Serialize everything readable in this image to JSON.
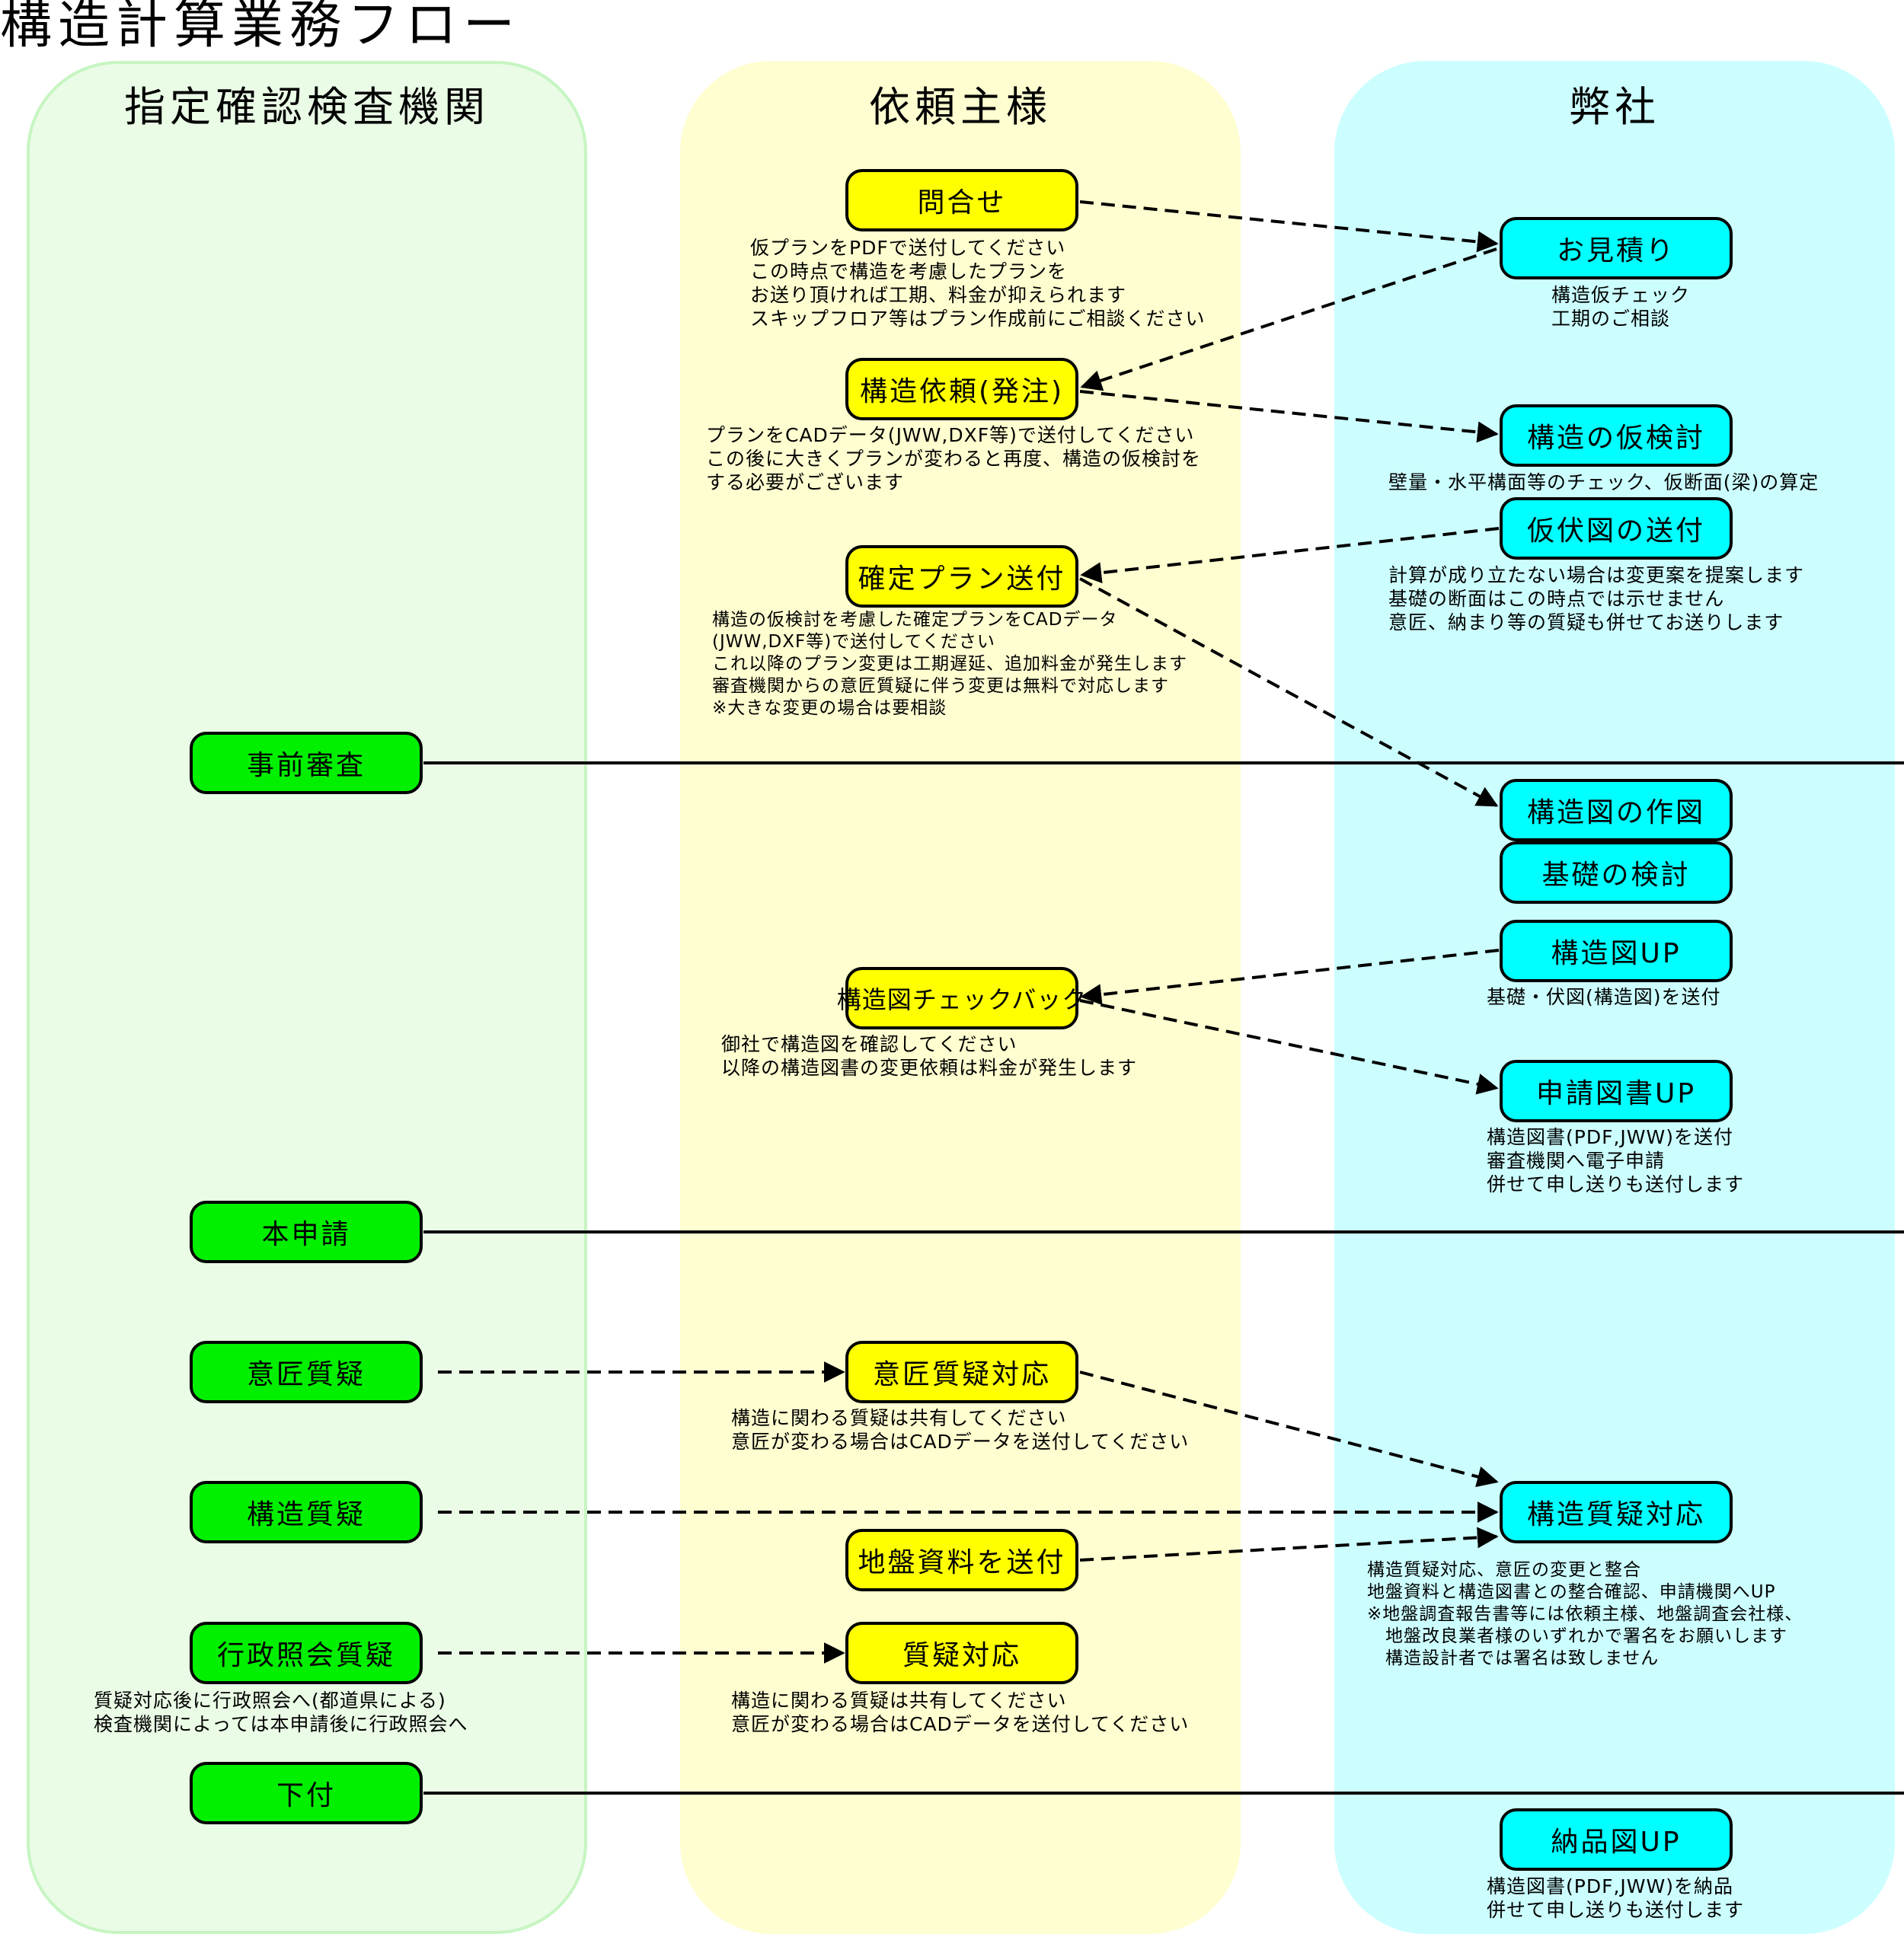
{
  "title": "構造計算業務フロー",
  "lanes": {
    "agency": "指定確認検査機関",
    "client": "依頼主様",
    "company": "弊社"
  },
  "nodes": {
    "inquiry": "問合せ",
    "order": "構造依頼(発注)",
    "confirmed_plan": "確定プラン送付",
    "pre_review": "事前審査",
    "drawing_check": "構造図チェックバック",
    "main_application": "本申請",
    "design_question": "意匠質疑",
    "design_response": "意匠質疑対応",
    "structure_question": "構造質疑",
    "ground_data": "地盤資料を送付",
    "admin_question": "行政照会質疑",
    "question_response": "質疑対応",
    "permit": "下付",
    "estimate": "お見積り",
    "preliminary_study": "構造の仮検討",
    "frame_plan_send": "仮伏図の送付",
    "structural_drawing": "構造図の作図",
    "foundation_study": "基礎の検討",
    "drawing_up": "構造図UP",
    "application_up": "申請図書UP",
    "structure_response": "構造質疑対応",
    "delivery_up": "納品図UP"
  },
  "notes": {
    "inquiry": "仮プランをPDFで送付してください\nこの時点で構造を考慮したプランを\nお送り頂ければ工期、料金が抑えられます\nスキップフロア等はプラン作成前にご相談ください",
    "order": "プランをCADデータ(JWW,DXF等)で送付してください\nこの後に大きくプランが変わると再度、構造の仮検討を\nする必要がございます",
    "confirmed_plan": "構造の仮検討を考慮した確定プランをCADデータ\n(JWW,DXF等)で送付してください\nこれ以降のプラン変更は工期遅延、追加料金が発生します\n審査機関からの意匠質疑に伴う変更は無料で対応します\n※大きな変更の場合は要相談",
    "drawing_check": "御社で構造図を確認してください\n以降の構造図書の変更依頼は料金が発生します",
    "design_response": "構造に関わる質疑は共有してください\n意匠が変わる場合はCADデータを送付してください",
    "admin_question": "質疑対応後に行政照会へ(都道県による)\n検査機関によっては本申請後に行政照会へ",
    "question_response": "構造に関わる質疑は共有してください\n意匠が変わる場合はCADデータを送付してください",
    "estimate": "構造仮チェック\n工期のご相談",
    "preliminary_study": "壁量・水平構面等のチェック、仮断面(梁)の算定",
    "frame_plan_send": "計算が成り立たない場合は変更案を提案します\n基礎の断面はこの時点では示せません\n意匠、納まり等の質疑も併せてお送りします",
    "drawing_up": "基礎・伏図(構造図)を送付",
    "application_up": "構造図書(PDF,JWW)を送付\n審査機関へ電子申請\n併せて申し送りも送付します",
    "structure_response": "構造質疑対応、意匠の変更と整合\n地盤資料と構造図書との整合確認、申請機関へUP\n※地盤調査報告書等には依頼主様、地盤調査会社様、\n　地盤改良業者様のいずれかで署名をお願いします\n　構造設計者では署名は致しません",
    "delivery_up": "構造図書(PDF,JWW)を納品\n併せて申し送りも送付します"
  },
  "colors": {
    "agency_lane": "#eafbe6",
    "client_lane": "#fffed0",
    "company_lane": "#ccfeff",
    "agency_node": "#00f000",
    "client_node": "#ffff00",
    "company_node": "#00ffff"
  }
}
